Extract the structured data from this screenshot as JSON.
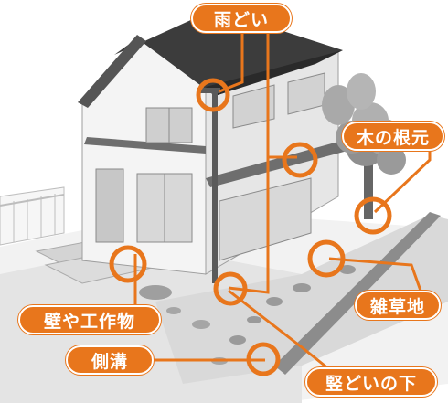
{
  "labels": {
    "amadoi": "雨どい",
    "ki_no_nemoto": "木の根元",
    "zassouchi": "雑草地",
    "kabe_ya_kousakubutsu": "壁や工作物",
    "sokkou": "側溝",
    "tatedoi_no_shita": "竪どいの下"
  },
  "colors": {
    "accent": "#e8761c",
    "label_text": "#ffffff"
  }
}
